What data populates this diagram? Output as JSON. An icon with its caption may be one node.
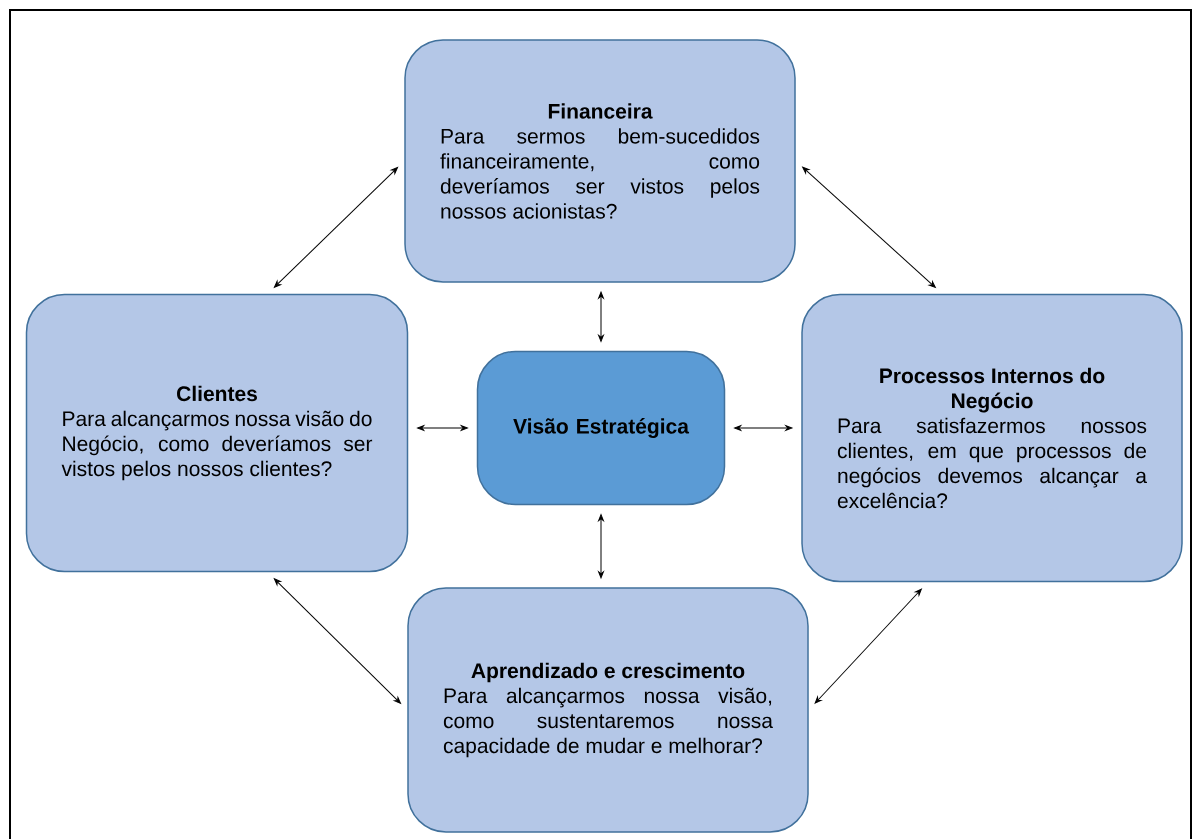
{
  "diagram": {
    "nodes": [
      {
        "text": [
          "Financeira",
          "Para sermos bem-sucedidos financeiramente, como deveríamos ser vistos pelos nossos acionistas?"
        ]
      },
      {
        "text": [
          "Clientes",
          "Para alcançarmos nossa visão do Negócio, como deveríamos ser vistos pelos nossos clientes?"
        ]
      },
      {
        "text": [
          "Visão Estratégica"
        ]
      },
      {
        "text": [
          "Processos Internos do Negócio",
          "Para satisfazermos nossos clientes, em que processos de negócios devemos alcançar a excelência?"
        ]
      },
      {
        "text": [
          "Aprendizado e crescimento",
          "Para alcançarmos nossa visão, como sustentaremos nossa capacidade de mudar e melhorar?"
        ]
      }
    ],
    "edges": [
      {
        "from": 2,
        "to": 0,
        "arrow": "both"
      },
      {
        "from": 2,
        "to": 1,
        "arrow": "both"
      },
      {
        "from": 2,
        "to": 3,
        "arrow": "both"
      },
      {
        "from": 2,
        "to": 4,
        "arrow": "both"
      },
      {
        "from": 0,
        "to": 1,
        "arrow": "both"
      },
      {
        "from": 0,
        "to": 3,
        "arrow": "both"
      },
      {
        "from": 1,
        "to": 4,
        "arrow": "both"
      },
      {
        "from": 3,
        "to": 4,
        "arrow": "both"
      }
    ]
  }
}
